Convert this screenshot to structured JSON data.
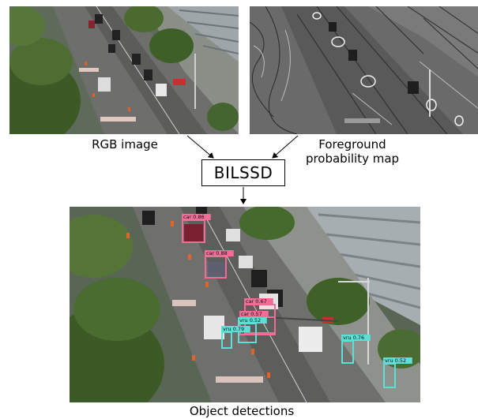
{
  "captions": {
    "rgb": "RGB image",
    "foreground_line1": "Foreground",
    "foreground_line2": "probability map",
    "detections": "Object detections"
  },
  "model_label": "BILSSD",
  "detections": [
    {
      "label": "car",
      "score": "0.86",
      "class": "car"
    },
    {
      "label": "car",
      "score": "0.88",
      "class": "car"
    },
    {
      "label": "car",
      "score": "0.67",
      "class": "car"
    },
    {
      "label": "car",
      "score": "0.57",
      "class": "car"
    },
    {
      "label": "vru",
      "score": "0.52",
      "class": "vru"
    },
    {
      "label": "vru",
      "score": "0.79",
      "class": "vru"
    },
    {
      "label": "vru",
      "score": "0.76",
      "class": "vru"
    },
    {
      "label": "vru",
      "score": "0.52",
      "class": "vru"
    }
  ],
  "colors": {
    "car_box": "#f06e96",
    "vru_box": "#5ce0d6"
  },
  "icons": {
    "rgb_image": "street-scene-photo",
    "foreground_map": "grayscale-foreground-map",
    "detection_image": "street-scene-with-boxes"
  }
}
